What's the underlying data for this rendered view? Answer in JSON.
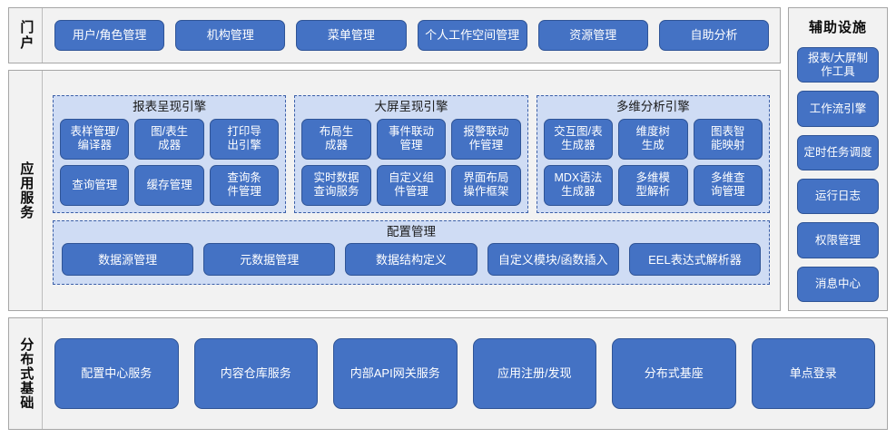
{
  "colors": {
    "node_fill": "#4472c4",
    "node_border": "#2f5496",
    "group_fill": "#cfdcf4",
    "group_border": "#3b5fa8",
    "section_fill": "#f2f2f2",
    "section_border": "#a6a6a6",
    "page_background": "#ffffff",
    "node_text": "#ffffff"
  },
  "portal": {
    "label": "门户",
    "items": [
      {
        "label": "用户/角色管理"
      },
      {
        "label": "机构管理"
      },
      {
        "label": "菜单管理"
      },
      {
        "label": "个人工作空间管理"
      },
      {
        "label": "资源管理"
      },
      {
        "label": "自助分析"
      }
    ]
  },
  "app_service": {
    "label": "应用服务",
    "engines": [
      {
        "title": "报表呈现引擎",
        "items": [
          {
            "label": "表样管理/\n编译器"
          },
          {
            "label": "图/表生\n成器"
          },
          {
            "label": "打印导\n出引擎"
          },
          {
            "label": "查询管理"
          },
          {
            "label": "缓存管理"
          },
          {
            "label": "查询条\n件管理"
          }
        ]
      },
      {
        "title": "大屏呈现引擎",
        "items": [
          {
            "label": "布局生\n成器"
          },
          {
            "label": "事件联动\n管理"
          },
          {
            "label": "报警联动\n作管理"
          },
          {
            "label": "实时数据\n查询服务"
          },
          {
            "label": "自定义组\n件管理"
          },
          {
            "label": "界面布局\n操作框架"
          }
        ]
      },
      {
        "title": "多维分析引擎",
        "items": [
          {
            "label": "交互图/表\n生成器"
          },
          {
            "label": "维度树\n生成"
          },
          {
            "label": "图表智\n能映射"
          },
          {
            "label": "MDX语法\n生成器"
          },
          {
            "label": "多维模\n型解析"
          },
          {
            "label": "多维查\n询管理"
          }
        ]
      }
    ],
    "config_group": {
      "title": "配置管理",
      "items": [
        {
          "label": "数据源管理"
        },
        {
          "label": "元数据管理"
        },
        {
          "label": "数据结构定义"
        },
        {
          "label": "自定义模块/函数插入"
        },
        {
          "label": "EEL表达式解析器"
        }
      ]
    }
  },
  "aux": {
    "title": "辅助设施",
    "items": [
      {
        "label": "报表/大屏制\n作工具"
      },
      {
        "label": "工作流引擎"
      },
      {
        "label": "定时任务调度"
      },
      {
        "label": "运行日志"
      },
      {
        "label": "权限管理"
      },
      {
        "label": "消息中心"
      }
    ]
  },
  "infra": {
    "label": "分布式基础",
    "items": [
      {
        "label": "配置中心服务"
      },
      {
        "label": "内容仓库服务"
      },
      {
        "label": "内部API网关服务"
      },
      {
        "label": "应用注册/发现"
      },
      {
        "label": "分布式基座"
      },
      {
        "label": "单点登录"
      }
    ]
  }
}
